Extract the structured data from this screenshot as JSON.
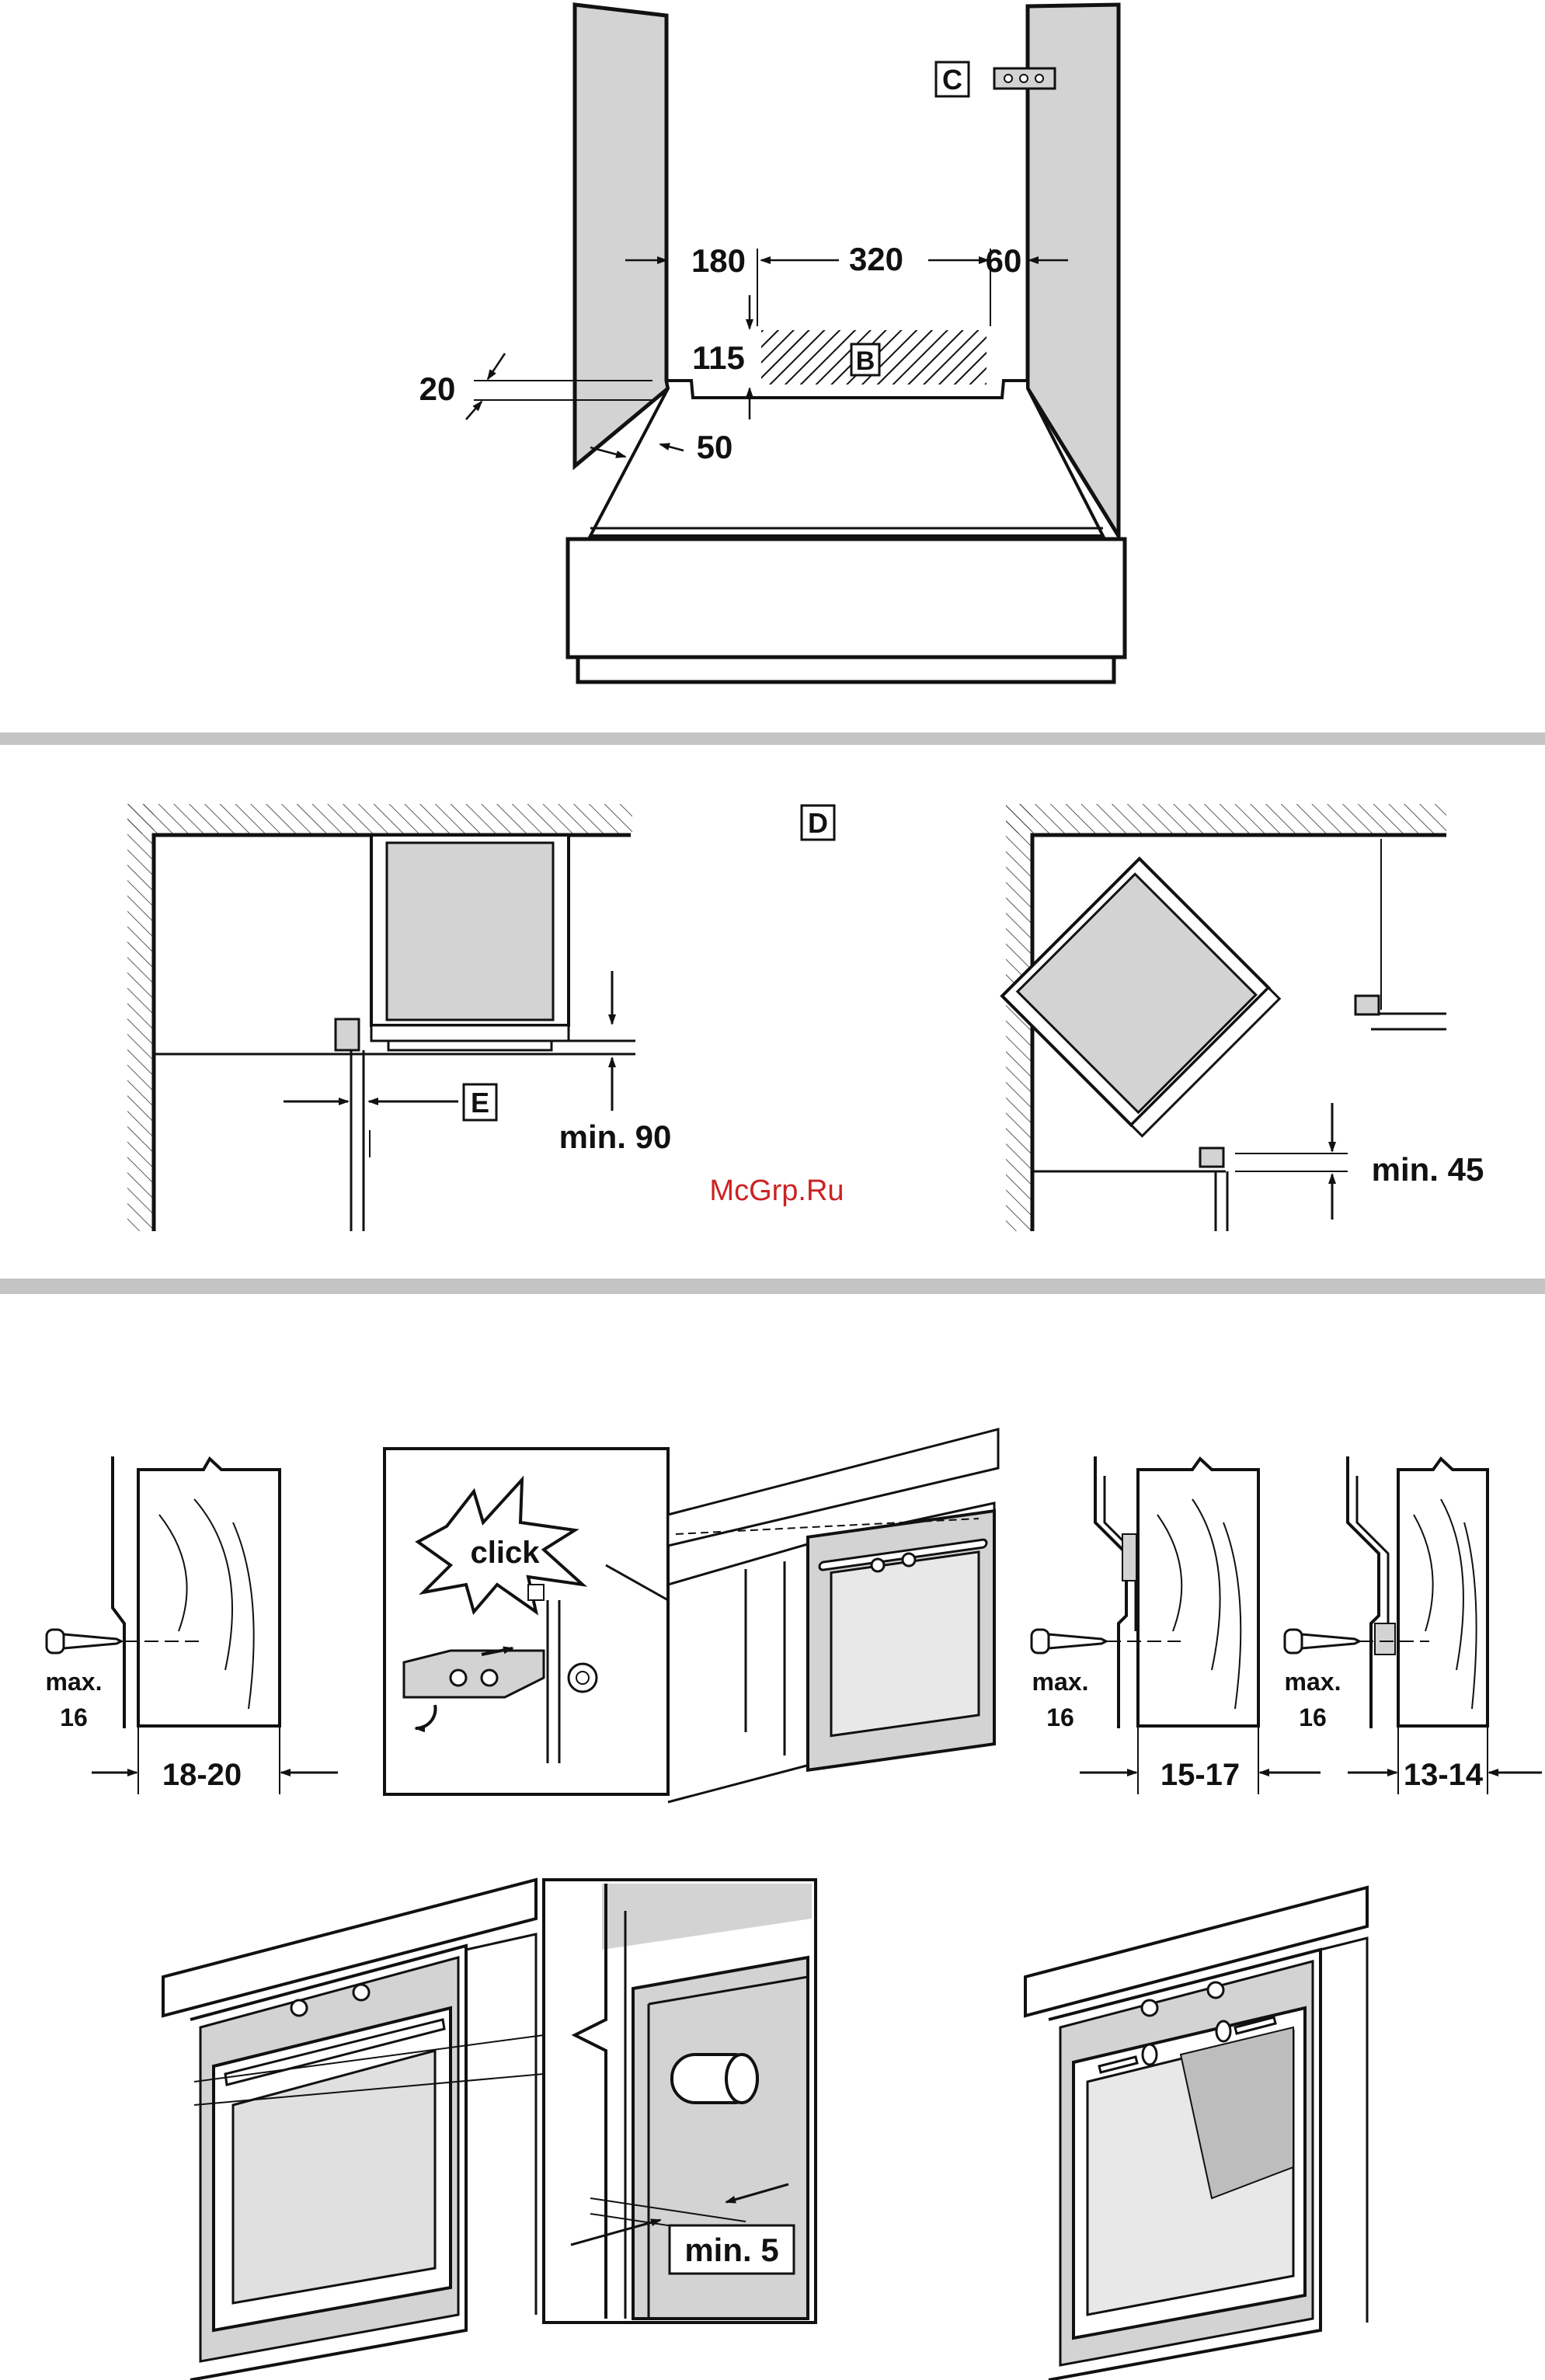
{
  "labels": {
    "d180": "180",
    "d320": "320",
    "d60": "60",
    "d115": "115",
    "d20": "20",
    "d50": "50",
    "tagB": "B",
    "tagC": "C",
    "tagD": "D",
    "tagE": "E",
    "min90": "min. 90",
    "min45": "min. 45",
    "click": "click",
    "max1": "max.",
    "max1n": "16",
    "max2": "max.",
    "max2n": "16",
    "max3": "max.",
    "max3n": "16",
    "w1820": "18-20",
    "w1517": "15-17",
    "w1314": "13-14",
    "min5": "min. 5"
  },
  "watermark": "McGrp.Ru",
  "colors": {
    "panel": "#d3d3d3",
    "line": "#111111",
    "divider": "#c4c4c4",
    "watermark": "#cc2222"
  },
  "icons": [
    "screw-icon",
    "wood-grain",
    "hatch-pattern",
    "mounting-clip-icon",
    "arrow-icon"
  ]
}
